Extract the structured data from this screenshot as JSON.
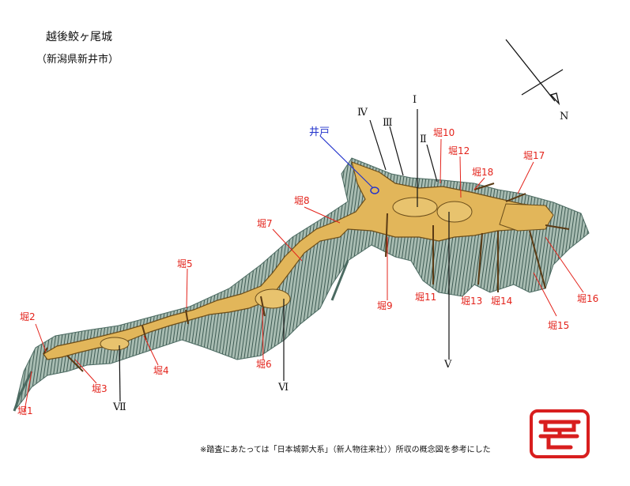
{
  "title": "越後鮫ヶ尾城",
  "subtitle": "（新潟県新井市）",
  "north_label": "N",
  "well_label": "井戸",
  "note": "※踏査にあたっては「日本城郭大系」（新人物往来社））所収の概念図を参考にした",
  "colors": {
    "moat_label": "#e3231b",
    "bailey_label": "#111111",
    "well_label": "#2233cc",
    "terrace_fill": "#e2b65a",
    "slope_fill": "#7f9c8e",
    "seal": "#d81e1e"
  },
  "moats": [
    {
      "id": "1",
      "label": "堀1"
    },
    {
      "id": "2",
      "label": "堀2"
    },
    {
      "id": "3",
      "label": "堀3"
    },
    {
      "id": "4",
      "label": "堀4"
    },
    {
      "id": "5",
      "label": "堀5"
    },
    {
      "id": "6",
      "label": "堀6"
    },
    {
      "id": "7",
      "label": "堀7"
    },
    {
      "id": "8",
      "label": "堀8"
    },
    {
      "id": "9",
      "label": "堀9"
    },
    {
      "id": "10",
      "label": "堀10"
    },
    {
      "id": "11",
      "label": "堀11"
    },
    {
      "id": "12",
      "label": "堀12"
    },
    {
      "id": "13",
      "label": "堀13"
    },
    {
      "id": "14",
      "label": "堀14"
    },
    {
      "id": "15",
      "label": "堀15"
    },
    {
      "id": "16",
      "label": "堀16"
    },
    {
      "id": "17",
      "label": "堀17"
    },
    {
      "id": "18",
      "label": "堀18"
    }
  ],
  "baileys": [
    {
      "id": "1",
      "label": "Ⅰ"
    },
    {
      "id": "2",
      "label": "Ⅱ"
    },
    {
      "id": "3",
      "label": "Ⅲ"
    },
    {
      "id": "4",
      "label": "Ⅳ"
    },
    {
      "id": "5",
      "label": "Ⅴ"
    },
    {
      "id": "6",
      "label": "Ⅵ"
    },
    {
      "id": "7",
      "label": "Ⅶ"
    }
  ]
}
